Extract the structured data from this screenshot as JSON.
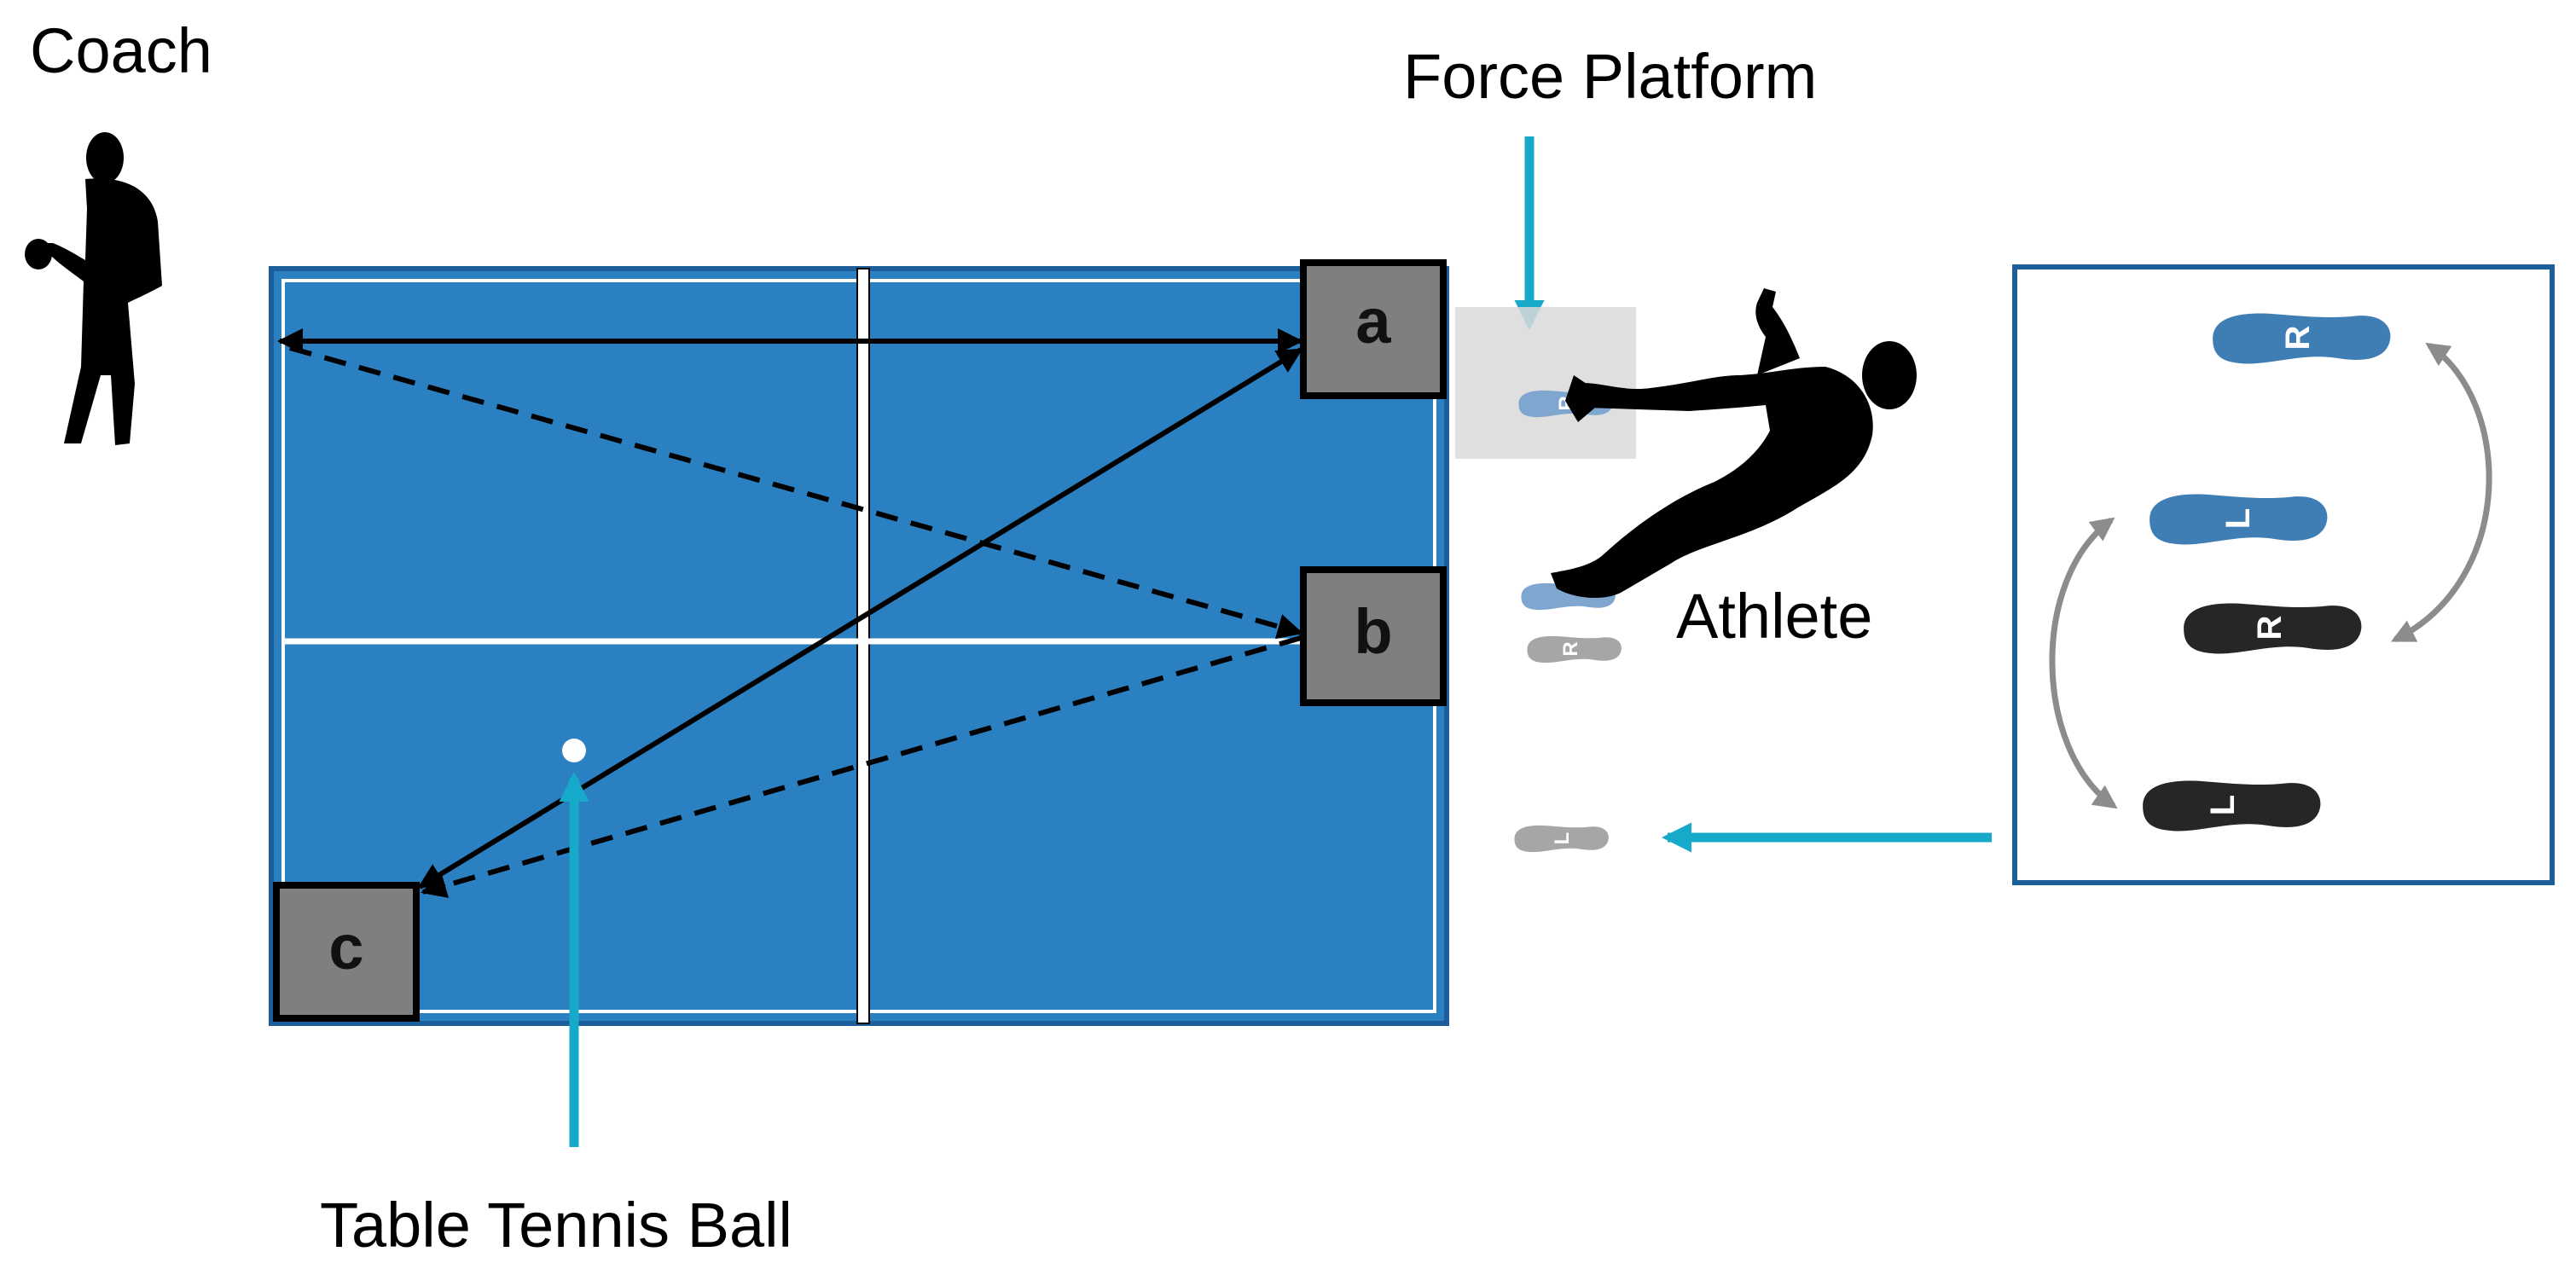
{
  "labels": {
    "coach": "Coach",
    "force_platform": "Force Platform",
    "athlete": "Athlete",
    "table_tennis_ball": "Table Tennis Ball"
  },
  "zones": {
    "a": "a",
    "b": "b",
    "c": "c"
  },
  "feet": {
    "right": "R",
    "left": "L"
  },
  "colors": {
    "table": "#2a80c1",
    "table_border": "#1b5e99",
    "zone_fill": "#7f7f7f",
    "pointer_arrow": "#17a9c9",
    "foot_blue": "#3f7db5",
    "foot_dark": "#262626",
    "foot_grey": "#a6a6a6",
    "platform": "#d9d9d9"
  },
  "icons": {
    "coach": "coach-silhouette-icon",
    "athlete": "athlete-silhouette-icon",
    "ball": "ball-icon"
  }
}
